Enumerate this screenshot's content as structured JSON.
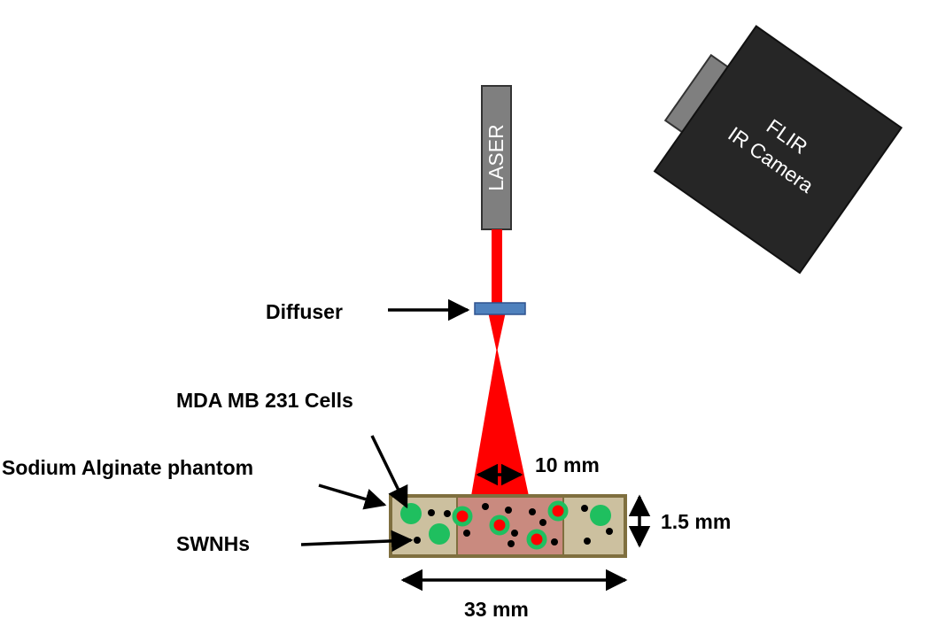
{
  "labels": {
    "laser": "LASER",
    "camera_line1": "FLIR",
    "camera_line2": "IR Camera",
    "diffuser": "Diffuser",
    "cells": "MDA MB 231 Cells",
    "phantom": "Sodium Alginate phantom",
    "swnhs": "SWNHs",
    "beam_width": "10 mm",
    "thickness": "1.5 mm",
    "length": "33 mm"
  },
  "colors": {
    "laser_beam": "#ff0000",
    "laser_body": "#7f7f7f",
    "camera_body": "#262626",
    "camera_lens": "#7f7f7f",
    "diffuser": "#4f81bd",
    "phantom_fill": "#ccc09f",
    "heated_zone": "#c98a7f",
    "phantom_border": "#7f6f3f",
    "cells": "#1fbf5f",
    "swnh": "#000000",
    "internalized_swnh": "#ff0000"
  }
}
